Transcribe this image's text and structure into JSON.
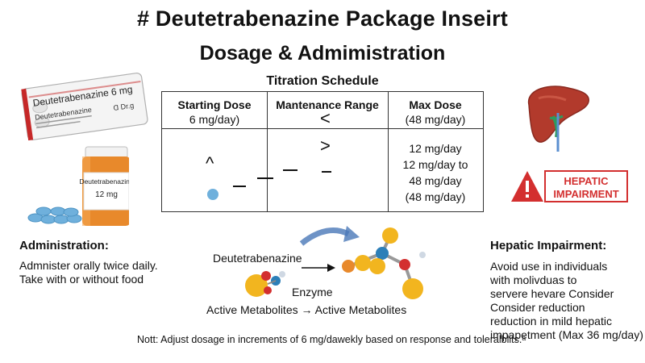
{
  "header": {
    "title": "# Deutetrabenazine Package Inseirt",
    "subtitle": "Dosage & Admimistration"
  },
  "left_images": {
    "blister_label": "Deutetrabenazine 6 mg",
    "blister_sub": "Deutetrabenazine",
    "blister_brand": "Ɑ Dr.g",
    "bottle_label_name": "Deutetrabenazine",
    "bottle_label_dose": "12 mg"
  },
  "titration": {
    "caption": "Titration Schedule",
    "headers": {
      "col1": "Starting Dose",
      "col2": "Mantenance Range",
      "col3": "Max Dose"
    },
    "row1": {
      "col1": "6 mg/day)",
      "col2_symbol": "<",
      "col3": "(48 mg/day)"
    },
    "row2": {
      "sym_caret": "^",
      "sym_gt": ">",
      "col3_lines": [
        "12 mg/day",
        "12 mg/day to",
        "48 mg/day",
        "(48 mg/day)"
      ]
    }
  },
  "administration": {
    "heading": "Administration:",
    "line1": "Admnister orally twice daily.",
    "line2": "Take with or without food"
  },
  "metabolism": {
    "drug_label": "Deutetrabenazine",
    "arrow": "→",
    "enzyme_label": "Enzyme",
    "metabolites_label": "Active Metabolites → Active Metabolites"
  },
  "hepatic": {
    "warning_text_line1": "HEPATIC",
    "warning_text_line2": "IMPAIRMENT",
    "heading": "Hepatic Impairment:",
    "lines": [
      "Avoid use in individuals",
      "with molivduas to",
      "servere hevare Consider",
      "Consider reduction",
      "reduction in mild hepatic",
      "impapetment (Max 36 mg/day)"
    ]
  },
  "footnote": "Nott: Adjust dosage in increments of 6 mg/dawekly based on response and toleralblits.ᵃ",
  "colors": {
    "accent_red": "#c62828",
    "warning_red": "#d32f2f",
    "liver": "#b23a2c",
    "bottle_orange": "#e8892b",
    "pill_blue": "#6fb0dc",
    "arrow_blue": "#4a78b8"
  }
}
